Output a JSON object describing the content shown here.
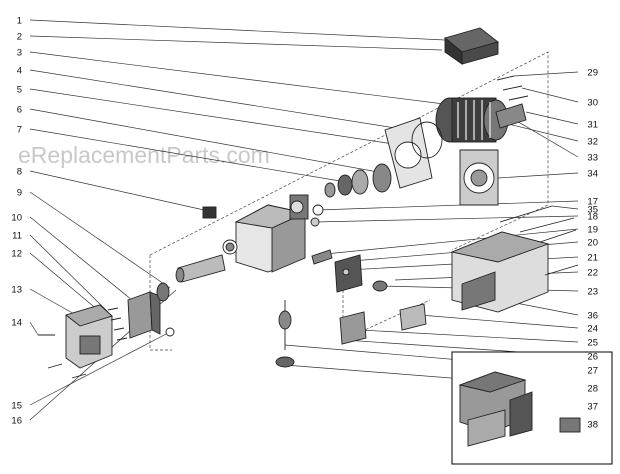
{
  "watermark": "eReplacementParts.com",
  "callouts_left": [
    "1",
    "2",
    "3",
    "4",
    "5",
    "6",
    "7",
    "8",
    "9",
    "10",
    "11",
    "12",
    "13",
    "14",
    "15",
    "16"
  ],
  "callouts_right": [
    "17",
    "18",
    "19",
    "20",
    "21",
    "22",
    "23",
    "24",
    "25",
    "26",
    "27",
    "28",
    "29",
    "30",
    "31",
    "32",
    "33",
    "34",
    "35",
    "36",
    "37",
    "38"
  ]
}
